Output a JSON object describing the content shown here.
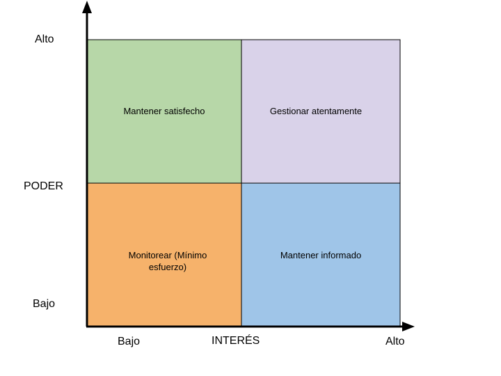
{
  "y_axis": {
    "title": "PODER",
    "high_label": "Alto",
    "low_label": "Bajo"
  },
  "x_axis": {
    "title": "INTERÉS",
    "high_label": "Alto",
    "low_label": "Bajo"
  },
  "quadrants": {
    "top_left": {
      "label": "Mantener satisfecho",
      "color": "#b7d7a8"
    },
    "top_right": {
      "label": "Gestionar atentamente",
      "color": "#d9d2e9"
    },
    "bottom_left": {
      "label": "Monitorear (Mínimo esfuerzo)",
      "color": "#f6b26b"
    },
    "bottom_right": {
      "label": "Mantener informado",
      "color": "#9fc5e8"
    }
  },
  "colors": {
    "axis": "#000000",
    "border": "#000000"
  }
}
